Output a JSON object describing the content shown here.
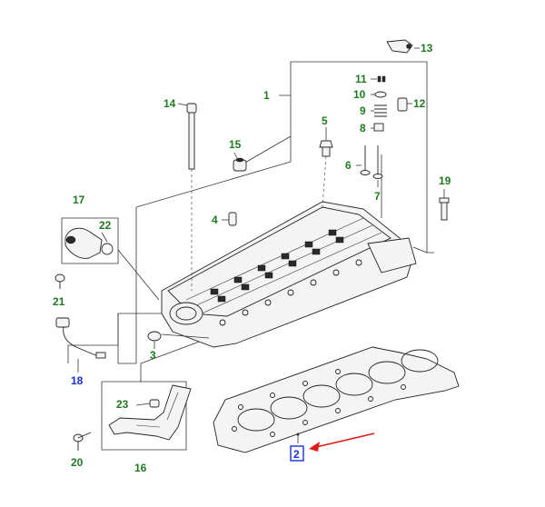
{
  "callouts": [
    {
      "id": "1",
      "text": "1",
      "color": "green"
    },
    {
      "id": "2",
      "text": "2",
      "color": "blue",
      "highlighted": true
    },
    {
      "id": "3",
      "text": "3",
      "color": "green"
    },
    {
      "id": "4",
      "text": "4",
      "color": "green"
    },
    {
      "id": "5",
      "text": "5",
      "color": "green"
    },
    {
      "id": "6",
      "text": "6",
      "color": "green"
    },
    {
      "id": "7",
      "text": "7",
      "color": "green"
    },
    {
      "id": "8",
      "text": "8",
      "color": "green"
    },
    {
      "id": "9",
      "text": "9",
      "color": "green"
    },
    {
      "id": "10",
      "text": "10",
      "color": "green"
    },
    {
      "id": "11",
      "text": "11",
      "color": "green"
    },
    {
      "id": "12",
      "text": "12",
      "color": "green"
    },
    {
      "id": "13",
      "text": "13",
      "color": "green"
    },
    {
      "id": "14",
      "text": "14",
      "color": "green"
    },
    {
      "id": "15",
      "text": "15",
      "color": "green"
    },
    {
      "id": "16",
      "text": "16",
      "color": "green"
    },
    {
      "id": "17",
      "text": "17",
      "color": "green"
    },
    {
      "id": "18",
      "text": "18",
      "color": "blue"
    },
    {
      "id": "19",
      "text": "19",
      "color": "green"
    },
    {
      "id": "20",
      "text": "20",
      "color": "green"
    },
    {
      "id": "21",
      "text": "21",
      "color": "green"
    },
    {
      "id": "22",
      "text": "22",
      "color": "green"
    },
    {
      "id": "23",
      "text": "23",
      "color": "green"
    }
  ],
  "colors": {
    "green_label": "#1f7a1f",
    "blue_label": "#1a2fd6",
    "highlight_box": "#1a2fd6",
    "pointer_arrow": "#e01b1b"
  }
}
